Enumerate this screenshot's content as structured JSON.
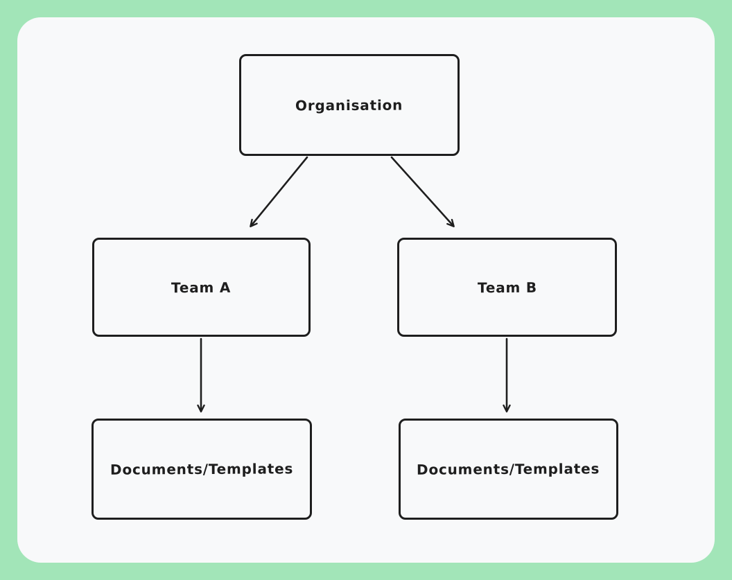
{
  "canvas": {
    "outer_background": "#a2e5b8",
    "inner_background": "#f8f9fa",
    "stroke_color": "#1e1e1e"
  },
  "diagram": {
    "type": "flowchart",
    "nodes": [
      {
        "id": "organisation",
        "label": "Organisation"
      },
      {
        "id": "team-a",
        "label": "Team A"
      },
      {
        "id": "team-b",
        "label": "Team B"
      },
      {
        "id": "documents-a",
        "label": "Documents/Templates"
      },
      {
        "id": "documents-b",
        "label": "Documents/Templates"
      }
    ],
    "edges": [
      {
        "from": "organisation",
        "to": "team-a"
      },
      {
        "from": "organisation",
        "to": "team-b"
      },
      {
        "from": "team-a",
        "to": "documents-a"
      },
      {
        "from": "team-b",
        "to": "documents-b"
      }
    ]
  }
}
